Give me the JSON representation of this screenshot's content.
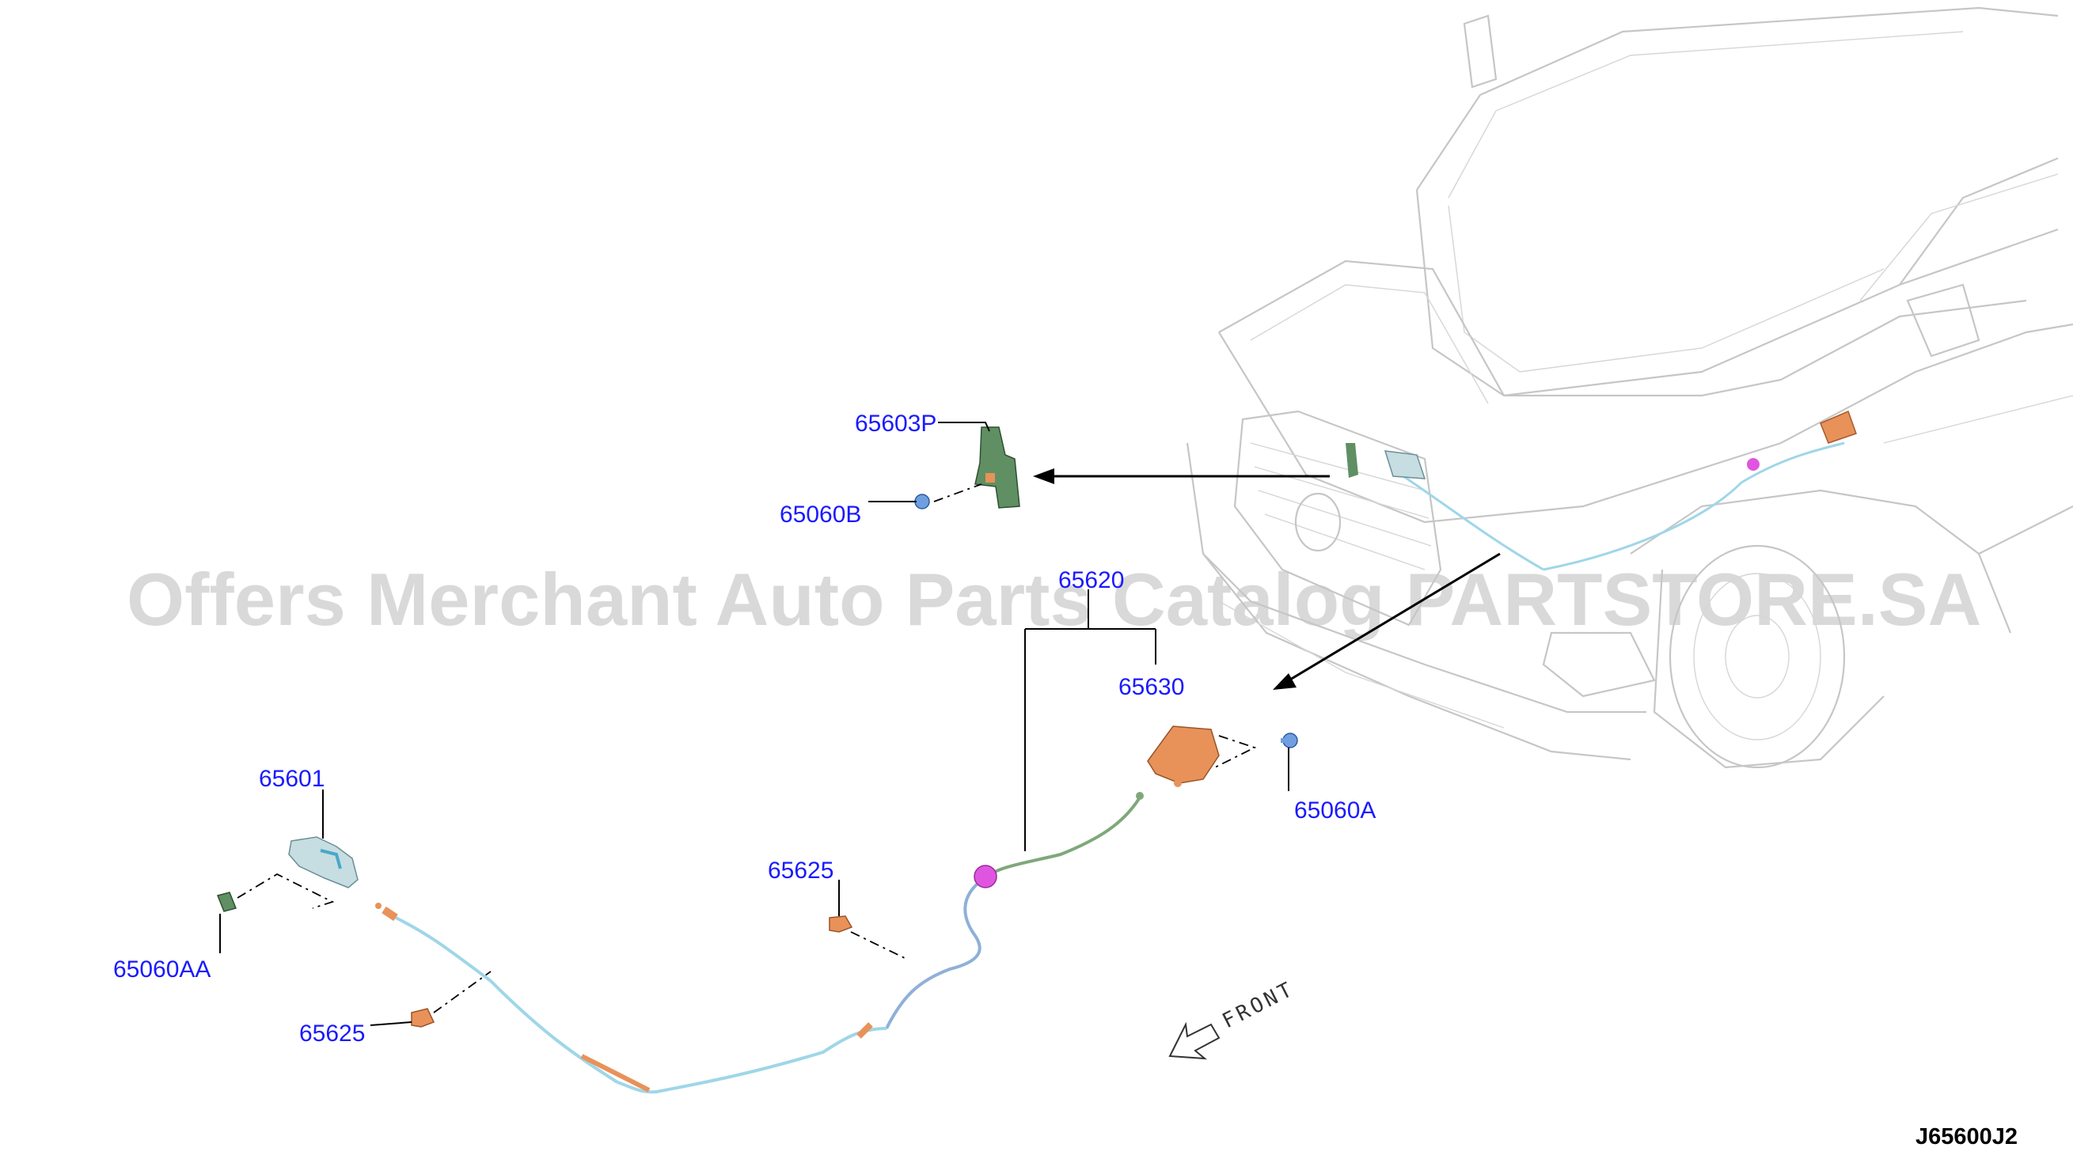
{
  "watermark": "Offers Merchant Auto Parts Catalog PARTSTORE.SA",
  "diagram_code": "J65600J2",
  "front_label": "FRONT",
  "colors": {
    "label": "#1a1aff",
    "cable": "#9fd6e8",
    "orange_part": "#e8925a",
    "green_part": "#5f8f62",
    "pink_part": "#e055e0",
    "blue_clip": "#6f9fe0"
  },
  "labels": {
    "p65603P": "65603P",
    "p65060B": "65060B",
    "p65620": "65620",
    "p65630": "65630",
    "p65060A": "65060A",
    "p65601": "65601",
    "p65625_upper": "65625",
    "p65625_lower": "65625",
    "p65060AA": "65060AA"
  }
}
